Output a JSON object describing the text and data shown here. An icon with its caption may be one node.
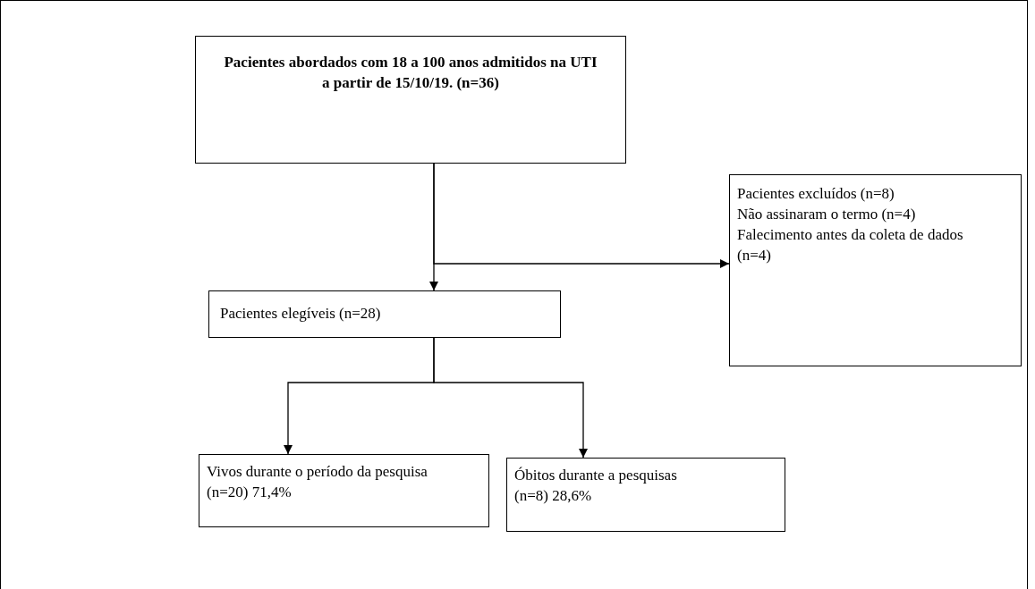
{
  "diagram": {
    "nodes": [
      {
        "text": [
          "Pacientes abordados com 18 a 100 anos admitidos na UTI a partir de 15/10/19. (n=36)"
        ]
      },
      {
        "text": [
          "Pacientes excluídos (n=8)",
          "Não assinaram o termo (n=4)",
          "Falecimento antes da coleta de dados (n=4)"
        ]
      },
      {
        "text": [
          "Pacientes elegíveis (n=28)"
        ]
      },
      {
        "text": [
          "Vivos durante o período da pesquisa (n=20) 71,4%"
        ]
      },
      {
        "text": [
          "Óbitos durante a pesquisas (n=8) 28,6%"
        ]
      }
    ],
    "edges": [
      {
        "from": 0,
        "to": 2,
        "arrow": "to"
      },
      {
        "from": 0,
        "to": 1,
        "arrow": "to"
      },
      {
        "from": 2,
        "to": 3,
        "arrow": "to"
      },
      {
        "from": 2,
        "to": 4,
        "arrow": "to"
      }
    ]
  }
}
